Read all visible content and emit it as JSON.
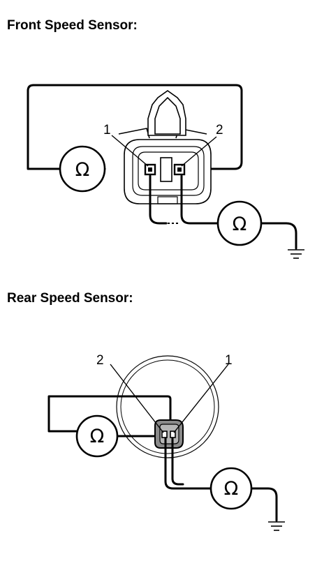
{
  "front": {
    "heading": "Front Speed Sensor:",
    "pin_left": "1",
    "pin_right": "2",
    "meter_symbol": "Ω"
  },
  "rear": {
    "heading": "Rear Speed Sensor:",
    "pin_left": "2",
    "pin_right": "1",
    "meter_symbol": "Ω"
  },
  "colors": {
    "line": "#000000",
    "background": "#ffffff",
    "connector_fill": "#8a8a8a"
  }
}
